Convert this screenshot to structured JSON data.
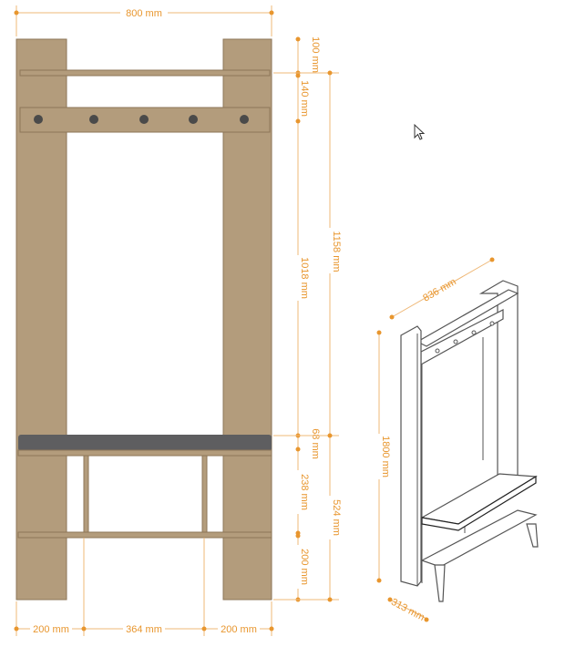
{
  "front_view": {
    "width_total": "800 mm",
    "right_dims": {
      "top_shelf": "100 mm",
      "hook_rail": "140 mm",
      "rail_to_seat": "1018 mm",
      "shelf_to_seat": "1158 mm",
      "seat": "68 mm",
      "seat_to_shelf": "238 mm",
      "leg_height": "200 mm",
      "lower_total": "524 mm"
    },
    "bottom_dims": {
      "left_section": "200 mm",
      "middle_section": "364 mm",
      "right_section": "200 mm"
    },
    "hooks_count": 5
  },
  "iso_view": {
    "width": "836 mm",
    "height": "1800 mm",
    "depth": "313 mm"
  },
  "colors": {
    "dimension": "#e8962e",
    "wood": "#b39c7c",
    "cushion": "#5e5e60"
  }
}
